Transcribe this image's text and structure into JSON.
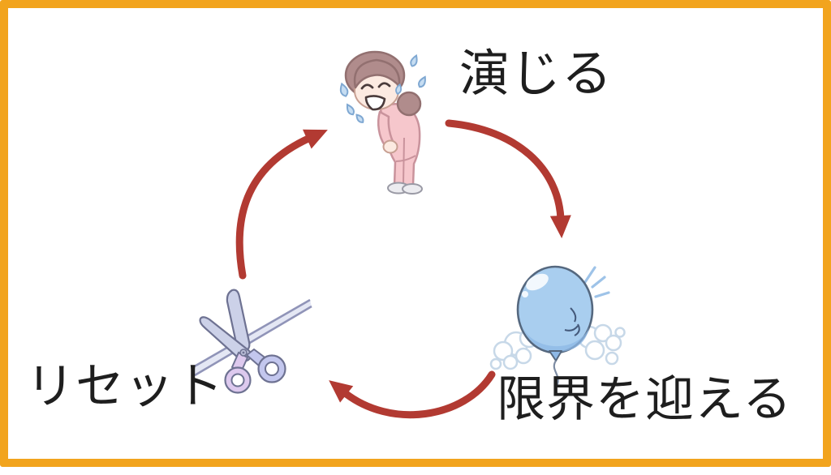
{
  "frame": {
    "border_color": "#F2A41D",
    "background_color": "#FFFFFF"
  },
  "diagram": {
    "type": "cycle",
    "arrow_color": "#B23A32",
    "stages": [
      {
        "id": "act",
        "label": "演じる",
        "illustration": "bowing-crying-person"
      },
      {
        "id": "limit",
        "label": "限界を迎える",
        "illustration": "balloon-at-bursting-point"
      },
      {
        "id": "reset",
        "label": "リセット",
        "illustration": "scissors-cutting-string"
      }
    ]
  },
  "illustration_colors": {
    "person_clothes": "#F6C7CC",
    "person_hair": "#B08C8C",
    "person_skin": "#FCEAE1",
    "tear_blue": "#C6DDF2",
    "balloon_blue": "#A9CEEF",
    "balloon_shade": "#8DB8E6",
    "puff_outline": "#C7D8E8",
    "scissors_blade": "#CCD1E8",
    "scissors_handle_pink": "#DDC9EE",
    "scissors_handle_blue": "#C3C7EE",
    "string_gray": "#9094B8"
  }
}
